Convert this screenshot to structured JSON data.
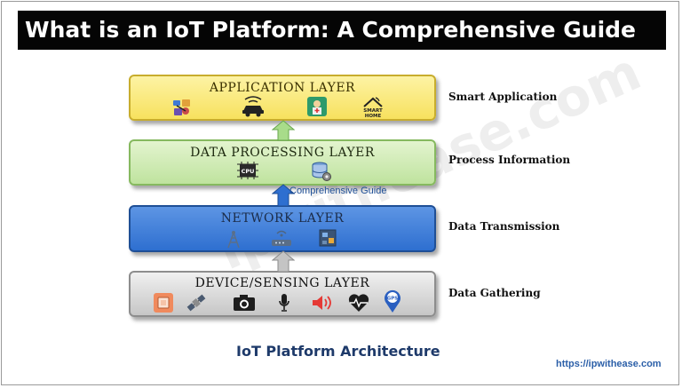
{
  "title": "What is an IoT Platform: A Comprehensive Guide",
  "layers": {
    "application": {
      "label": "APPLICATION LAYER",
      "icons": [
        "robot-arm-icon",
        "connected-car-icon",
        "smart-health-icon",
        "smart-home-icon"
      ],
      "smart_home_text": "SMART\nHOME",
      "side_label": "Smart Application"
    },
    "processing": {
      "label": "DATA PROCESSING LAYER",
      "icons": [
        "cpu-chip-icon",
        "database-gear-icon"
      ],
      "cpu_text": "CPU",
      "side_label": "Process Information"
    },
    "network": {
      "label": "NETWORK LAYER",
      "icons": [
        "cell-tower-icon",
        "router-icon",
        "network-board-icon"
      ],
      "side_label": "Data Transmission"
    },
    "device": {
      "label": "DEVICE/SENSING LAYER",
      "icons": [
        "sensor-chip-icon",
        "satellite-icon",
        "camera-icon",
        "microphone-icon",
        "speaker-icon",
        "heart-rate-icon",
        "gps-pin-icon"
      ],
      "gps_text": "GPS",
      "side_label": "Data Gathering"
    }
  },
  "overlay_text": "Comprehensive Guide",
  "caption": "IoT Platform Architecture",
  "url": "https://ipwithease.com",
  "watermark": "ipwithease.com",
  "colors": {
    "application": "#f7e15e",
    "processing": "#bfe39e",
    "network": "#2e6fd0",
    "device": "#c6c6c6",
    "arrow_green": "#9fd77f",
    "arrow_blue": "#2e6fd0",
    "arrow_gray": "#bdbdbd"
  }
}
